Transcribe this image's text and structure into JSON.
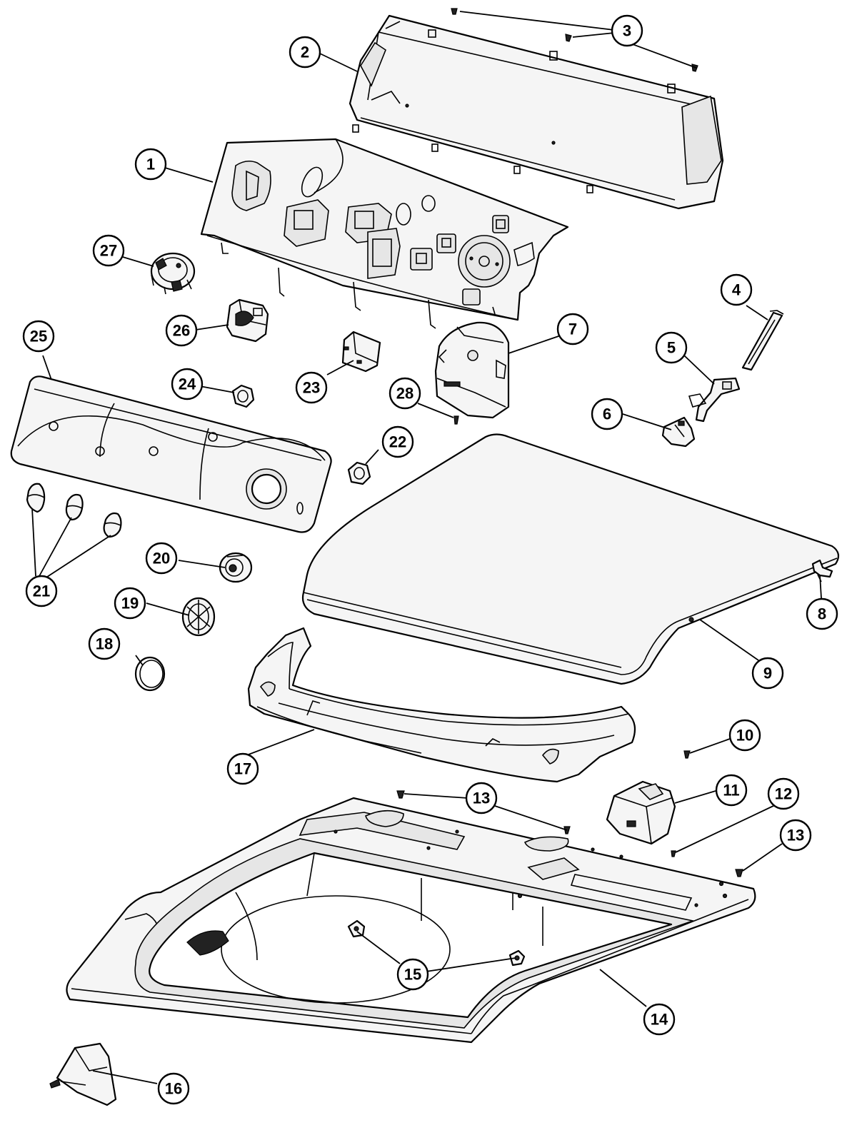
{
  "callouts": [
    {
      "id": "c1",
      "label": "1"
    },
    {
      "id": "c2",
      "label": "2"
    },
    {
      "id": "c3",
      "label": "3"
    },
    {
      "id": "c4",
      "label": "4"
    },
    {
      "id": "c5",
      "label": "5"
    },
    {
      "id": "c6",
      "label": "6"
    },
    {
      "id": "c7",
      "label": "7"
    },
    {
      "id": "c8",
      "label": "8"
    },
    {
      "id": "c9",
      "label": "9"
    },
    {
      "id": "c10",
      "label": "10"
    },
    {
      "id": "c11",
      "label": "11"
    },
    {
      "id": "c12",
      "label": "12"
    },
    {
      "id": "c13a",
      "label": "13"
    },
    {
      "id": "c13b",
      "label": "13"
    },
    {
      "id": "c14",
      "label": "14"
    },
    {
      "id": "c15",
      "label": "15"
    },
    {
      "id": "c16",
      "label": "16"
    },
    {
      "id": "c17",
      "label": "17"
    },
    {
      "id": "c18",
      "label": "18"
    },
    {
      "id": "c19",
      "label": "19"
    },
    {
      "id": "c20",
      "label": "20"
    },
    {
      "id": "c21",
      "label": "21"
    },
    {
      "id": "c22",
      "label": "22"
    },
    {
      "id": "c23",
      "label": "23"
    },
    {
      "id": "c24",
      "label": "24"
    },
    {
      "id": "c25",
      "label": "25"
    },
    {
      "id": "c26",
      "label": "26"
    },
    {
      "id": "c27",
      "label": "27"
    },
    {
      "id": "c28",
      "label": "28"
    }
  ]
}
